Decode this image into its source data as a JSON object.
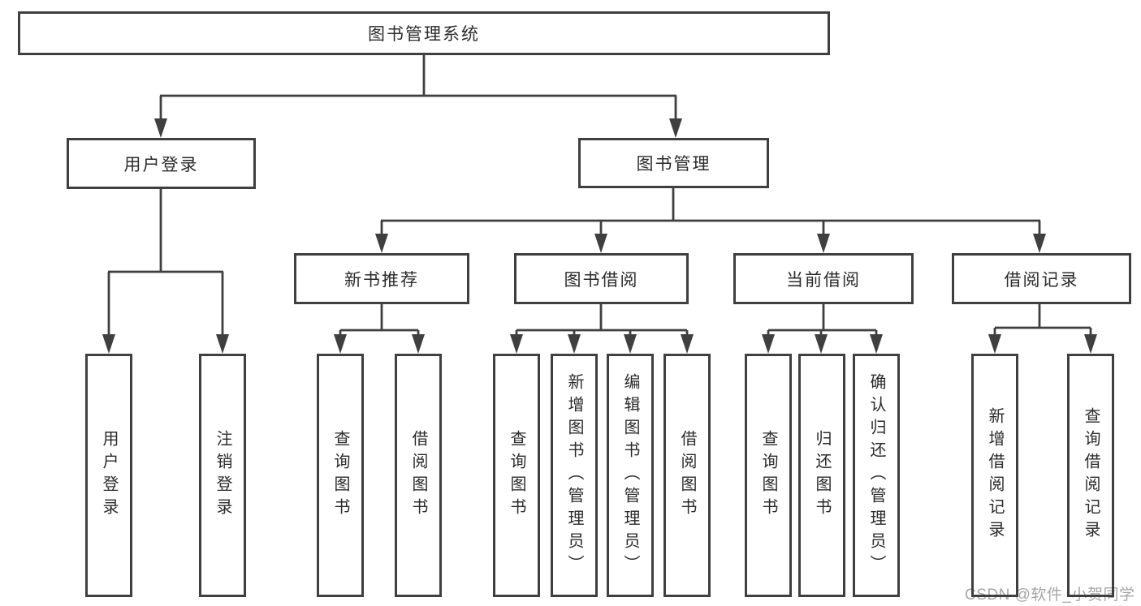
{
  "diagram": {
    "root": {
      "label": "图书管理系统"
    },
    "level2": {
      "user_login": {
        "label": "用户登录"
      },
      "book_mgmt": {
        "label": "图书管理"
      }
    },
    "level3": {
      "new_book": {
        "label": "新书推荐"
      },
      "book_borrow": {
        "label": "图书借阅"
      },
      "current_borrow": {
        "label": "当前借阅"
      },
      "borrow_record": {
        "label": "借阅记录"
      }
    },
    "leaves": {
      "user_login": {
        "label": "用户登录"
      },
      "logout": {
        "label": "注销登录"
      },
      "nb_query_book": {
        "label": "查询图书"
      },
      "nb_borrow_book": {
        "label": "借阅图书"
      },
      "bb_query_book": {
        "label": "查询图书"
      },
      "bb_add_book": {
        "label": "新增图书（管理员）"
      },
      "bb_edit_book": {
        "label": "编辑图书（管理员）"
      },
      "bb_borrow_book": {
        "label": "借阅图书"
      },
      "cb_query_book": {
        "label": "查询图书"
      },
      "cb_return_book": {
        "label": "归还图书"
      },
      "cb_confirm_return": {
        "label": "确认归还（管理员）"
      },
      "br_add_record": {
        "label": "新增借阅记录"
      },
      "br_query_record": {
        "label": "查询借阅记录"
      }
    },
    "watermark": "CSDN @软件_小贺同学",
    "colors": {
      "line": "#3f3f3f",
      "text": "#2b2b2b",
      "watermark": "#a6a6a6",
      "background": "#ffffff"
    }
  }
}
